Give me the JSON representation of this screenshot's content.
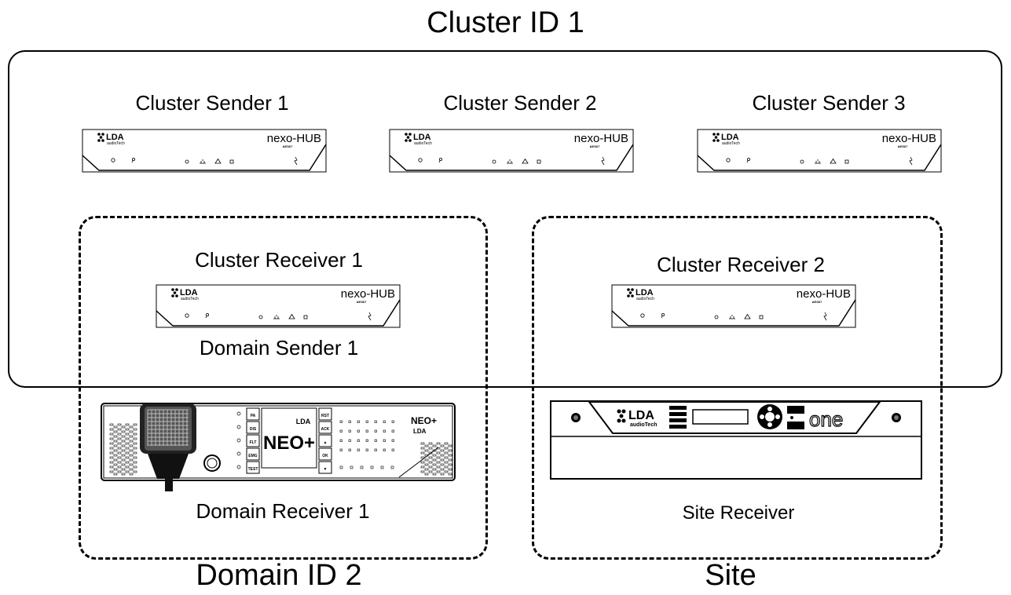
{
  "cluster": {
    "title": "Cluster ID 1",
    "senders": [
      {
        "label": "Cluster Sender 1"
      },
      {
        "label": "Cluster Sender 2"
      },
      {
        "label": "Cluster Sender 3"
      }
    ],
    "receivers": [
      {
        "label": "Cluster Receiver 1"
      },
      {
        "label": "Cluster Receiver 2"
      }
    ]
  },
  "domain": {
    "title": "Domain ID 2",
    "sender_label": "Domain Sender 1",
    "receiver_label": "Domain Receiver 1"
  },
  "site": {
    "title": "Site",
    "receiver_label": "Site Receiver"
  },
  "devices": {
    "hub": {
      "brand": "LDA",
      "brand_sub": "audioTech",
      "model": "nexo-HUB",
      "model_sub": "AES67"
    },
    "neo": {
      "model": "NEO+",
      "brand": "LDA",
      "keys": [
        "PA",
        "DIS",
        "FLT",
        "EMG",
        "TEST"
      ],
      "right_keys": [
        "RST",
        "ACK",
        "▲",
        "OK",
        "▼"
      ]
    },
    "one": {
      "brand": "LDA",
      "brand_sub": "audioTech",
      "model": "one"
    }
  }
}
